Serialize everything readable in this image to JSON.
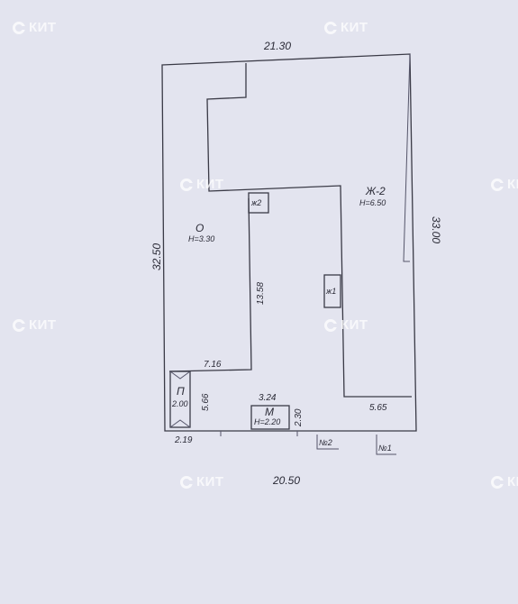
{
  "dimensions": {
    "top_width": "21.30",
    "bottom_width": "20.50",
    "left_height": "32.50",
    "right_height": "33.00",
    "inner_vertical": "13.58",
    "inner_bottom_left": "7.16",
    "inner_bottom_right": "5.65",
    "porch_side": "5.66",
    "porch_bottom": "2.19",
    "shed_width": "3.24",
    "shed_side": "2.30"
  },
  "rooms": {
    "o": {
      "label": "О",
      "height": "Н=3.30"
    },
    "zh2": {
      "label": "Ж-2",
      "height": "Н=6.50"
    },
    "zh1": {
      "label": "ж1"
    },
    "zh2_small": {
      "label": "ж2"
    },
    "porch": {
      "label": "П",
      "height": "2.00"
    },
    "shed": {
      "label": "М",
      "height": "Н=2.20"
    }
  },
  "markers": {
    "n1": "№1",
    "n2": "№2"
  },
  "watermark": {
    "text": "КИТ",
    "color": "#ffffff"
  }
}
